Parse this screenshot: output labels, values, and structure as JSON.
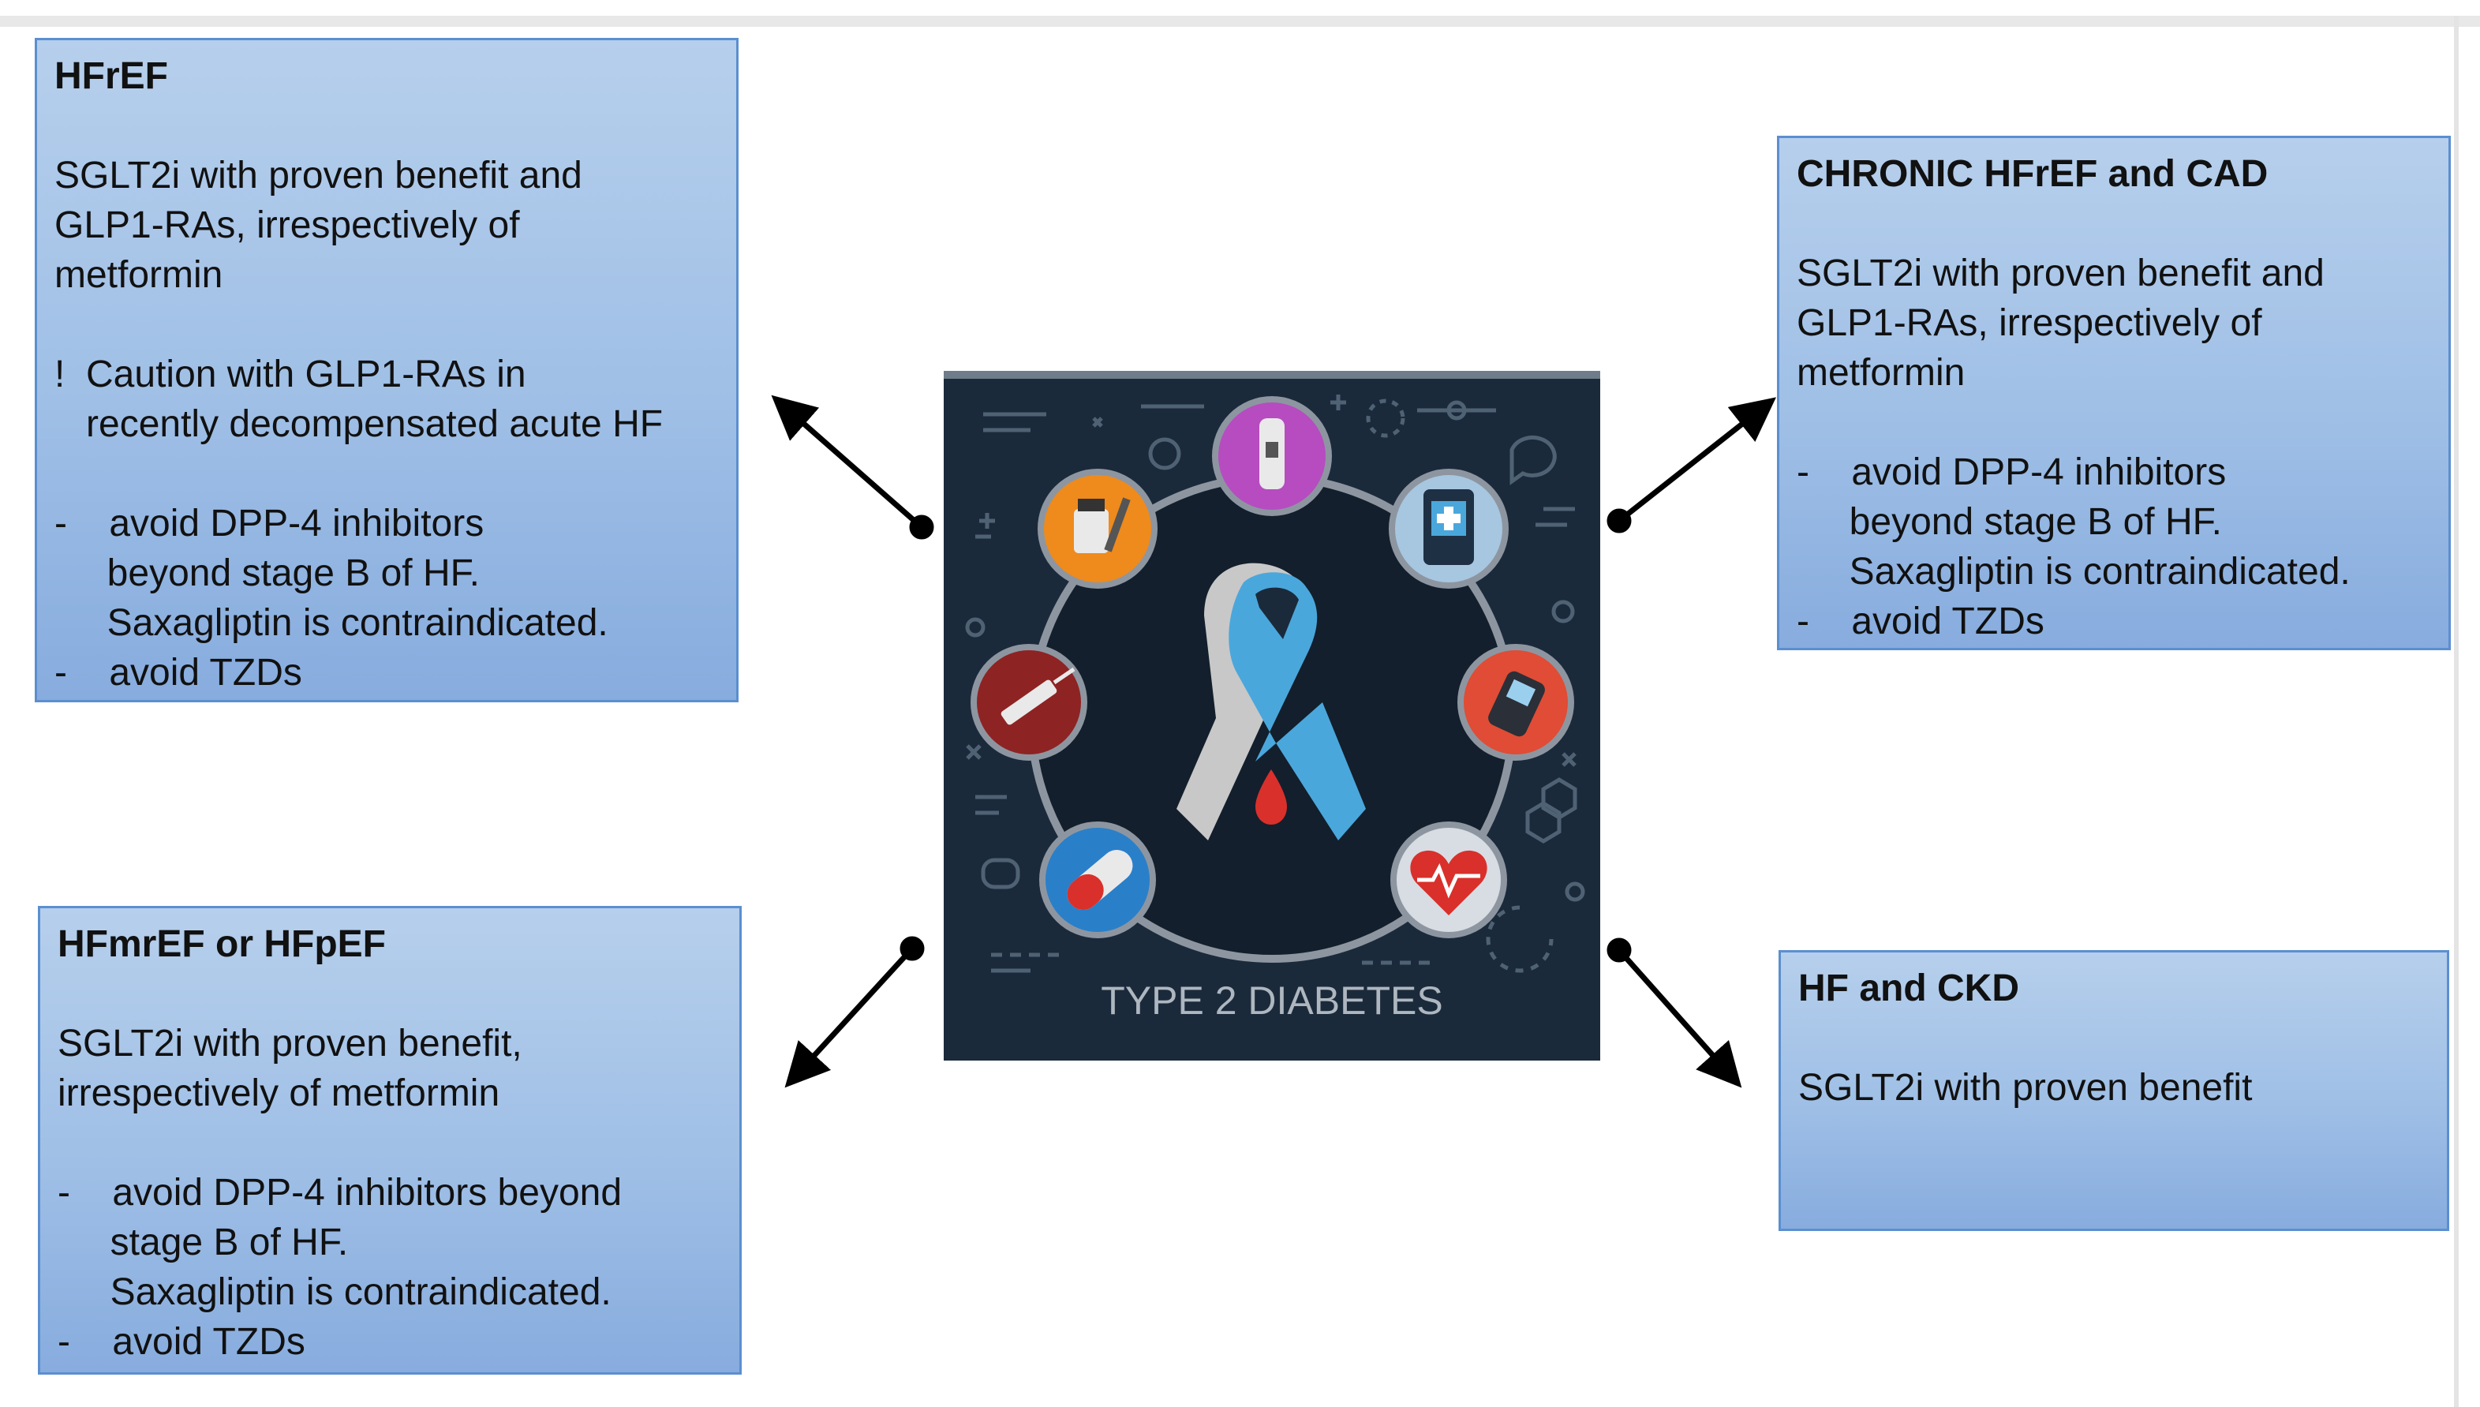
{
  "boxes": {
    "hfref": {
      "title": "HFrEF",
      "lines": [
        "",
        "SGLT2i with proven benefit and",
        "GLP1-RAs, irrespectively of",
        "metformin",
        "",
        "!  Caution with GLP1-RAs in",
        "   recently decompensated acute HF",
        "",
        "-    avoid DPP-4 inhibitors",
        "     beyond stage B of HF.",
        "     Saxagliptin is contraindicated.",
        "-    avoid TZDs"
      ]
    },
    "chronic": {
      "title": "CHRONIC HFrEF and CAD",
      "lines": [
        "",
        "SGLT2i with proven benefit and",
        "GLP1-RAs, irrespectively of",
        "metformin",
        "",
        "-    avoid DPP-4 inhibitors",
        "     beyond stage B of HF.",
        "     Saxagliptin is contraindicated.",
        "-    avoid TZDs"
      ]
    },
    "hfmref": {
      "title": "HFmrEF or HFpEF",
      "lines": [
        "",
        "SGLT2i with proven benefit,",
        "irrespectively of metformin",
        "",
        "-    avoid DPP-4 inhibitors beyond",
        "     stage B of HF.",
        "     Saxagliptin is contraindicated.",
        "-    avoid TZDs"
      ]
    },
    "hfckd": {
      "title": "HF and CKD",
      "lines": [
        "",
        "SGLT2i with proven benefit"
      ]
    }
  },
  "center": {
    "caption": "TYPE 2 DIABETES",
    "icons": [
      "pen-injector-icon",
      "medical-tablet-icon",
      "glucose-meter-icon",
      "heart-monitor-icon",
      "pill-capsule-icon",
      "syringe-icon",
      "insulin-vial-icon"
    ],
    "colors": {
      "background": "#1b2a3b",
      "ribbon_blue": "#4aa7dc",
      "ribbon_gray": "#c8c8c8",
      "drop_red": "#d9302b",
      "ring": "#8d96a0"
    }
  },
  "colors": {
    "box_fill": "#a3c1e7",
    "box_border": "#5b8fd0",
    "arrow": "#000000"
  }
}
